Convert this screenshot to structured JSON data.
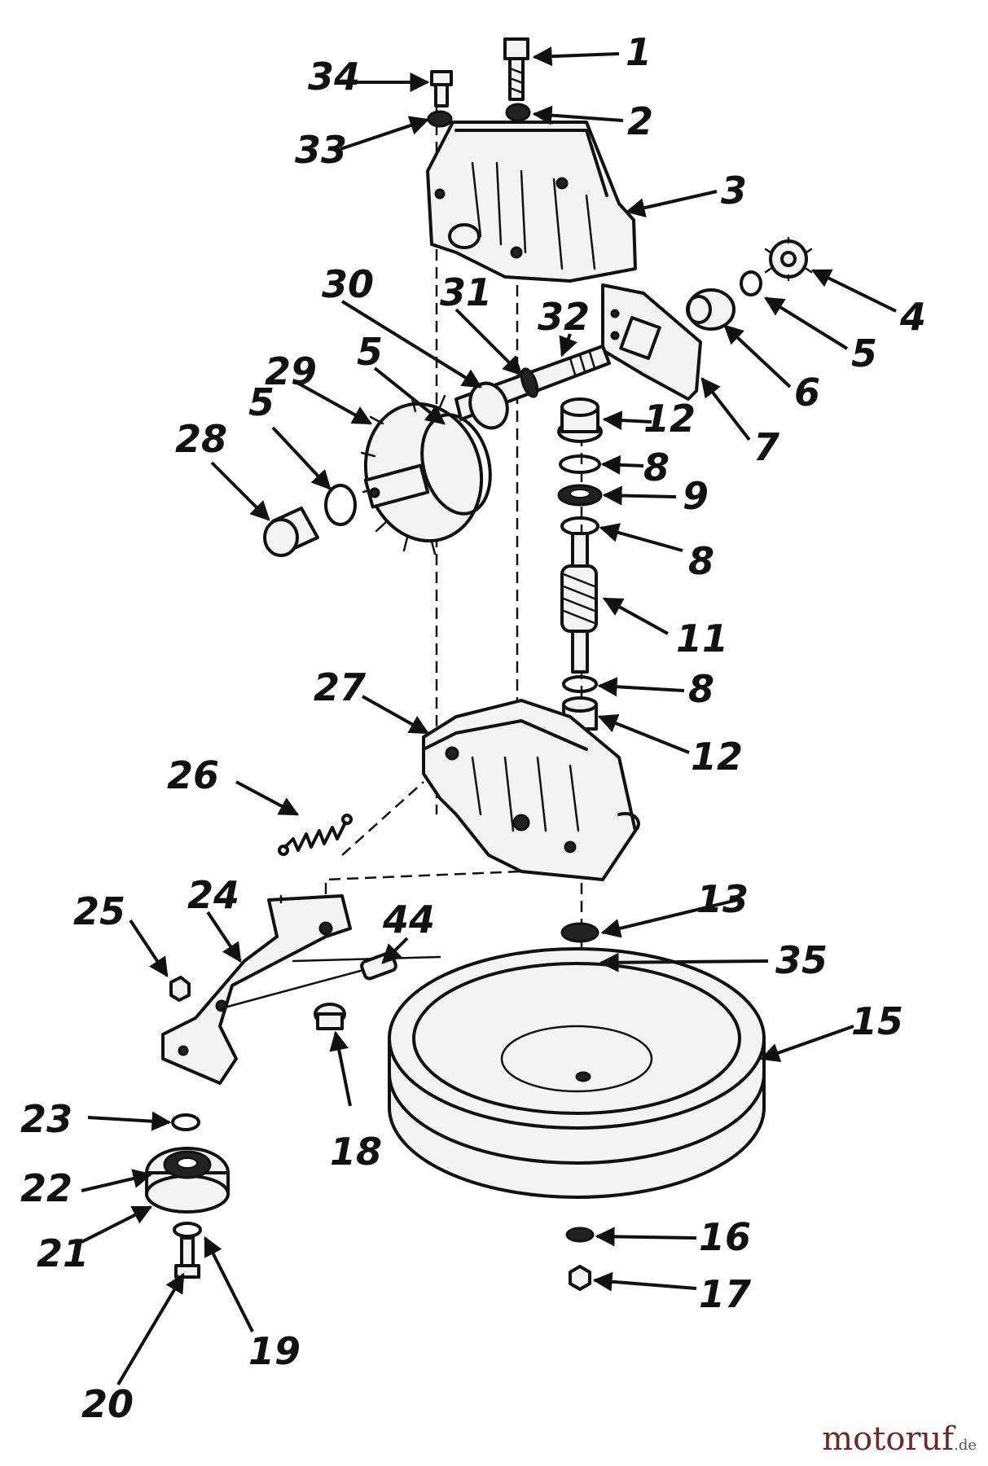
{
  "watermark": {
    "main": "motoruf",
    "suffix": ".de"
  },
  "parts": {
    "p1": "1",
    "p2": "2",
    "p3": "3",
    "p4": "4",
    "p5a": "5",
    "p5b": "5",
    "p5c": "5",
    "p6": "6",
    "p7": "7",
    "p8a": "8",
    "p8b": "8",
    "p8c": "8",
    "p9": "9",
    "p11": "11",
    "p12a": "12",
    "p12b": "12",
    "p13": "13",
    "p15": "15",
    "p16": "16",
    "p17": "17",
    "p18": "18",
    "p19": "19",
    "p20": "20",
    "p21": "21",
    "p22": "22",
    "p23": "23",
    "p24": "24",
    "p25": "25",
    "p26": "26",
    "p27": "27",
    "p28": "28",
    "p29": "29",
    "p30": "30",
    "p31": "31",
    "p32": "32",
    "p33": "33",
    "p34": "34",
    "p35": "35",
    "p44": "44"
  }
}
